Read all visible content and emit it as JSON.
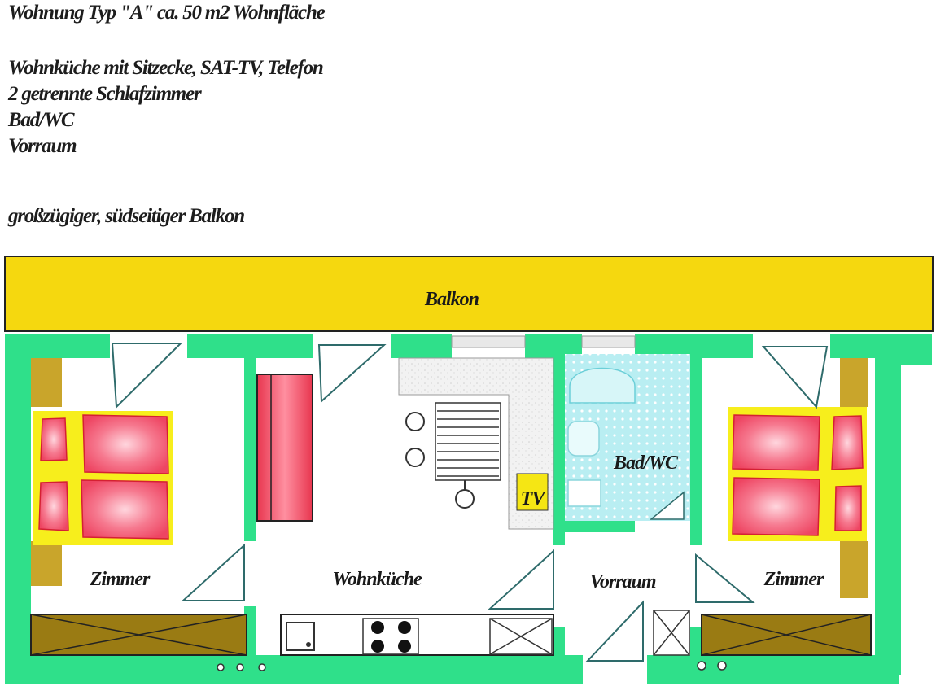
{
  "description": {
    "title": "Wohnung Typ \"A\" ca. 50 m2 Wohnfläche",
    "features": [
      "Wohnküche mit Sitzecke, SAT-TV, Telefon",
      "2 getrennte Schlafzimmer",
      "Bad/WC",
      "Vorraum"
    ],
    "extra": "großzügiger, südseitiger Balkon"
  },
  "plan": {
    "rooms": {
      "balkon": "Balkon",
      "zimmer_left": "Zimmer",
      "wohnkueche": "Wohnküche",
      "vorraum": "Vorraum",
      "bad_wc": "Bad/WC",
      "zimmer_right": "Zimmer",
      "tv": "TV"
    }
  },
  "colors": {
    "wall": "#2fe08a",
    "balcony": "#f5d80f",
    "bed_frame": "#f7ee1c",
    "mattress": "#f25f78",
    "wardrobe": "#9a7b13",
    "column": "#c9a52b",
    "bath_tile": "#aee8ee",
    "door_line": "#2e6b6b"
  }
}
